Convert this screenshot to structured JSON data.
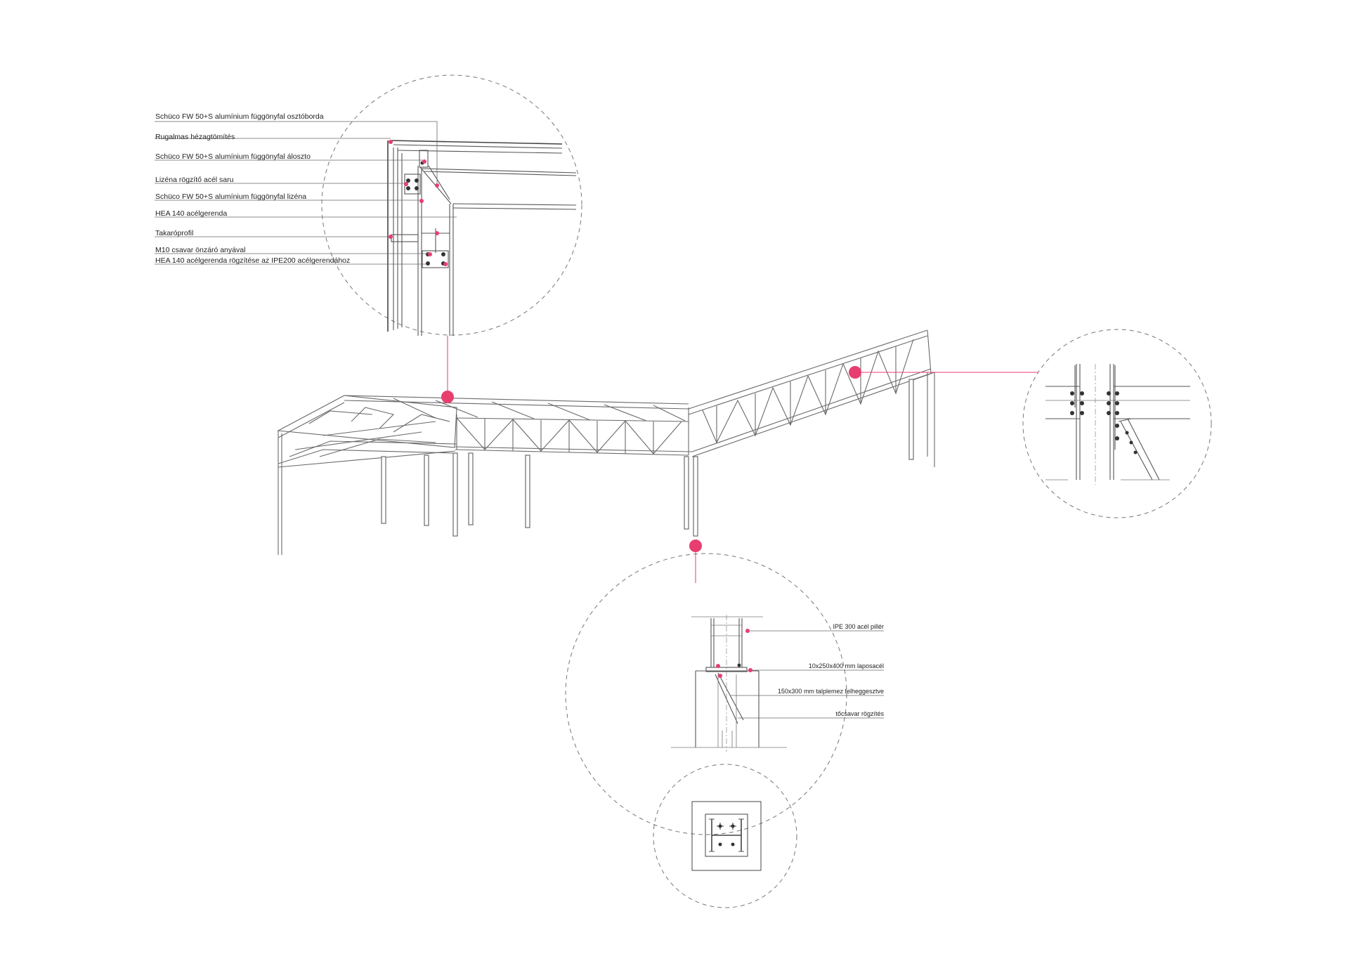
{
  "colors": {
    "accent": "#e83e6f",
    "line": "#555555",
    "background": "#ffffff"
  },
  "detail_top": {
    "labels": [
      "Schüco FW 50+S alumínium függönyfal osztóborda",
      "Rugalmas hézagtömítés",
      "Schüco FW 50+S alumínium függönyfal áloszto",
      "Lizéna rögzítő acél saru",
      "Schüco FW 50+S alumínium függönyfal lizéna",
      "HEA 140 acélgerenda",
      "Takaróprofil",
      "M10 csavar önzáró anyával",
      "HEA 140 acélgerenda rögzítése az IPE200 acélgerendához"
    ]
  },
  "detail_bottom": {
    "labels": [
      "IPE 300   acél      pillér",
      "10x250x400 mm   laposacél",
      "150x300 mm  talplemez  felheggesztve",
      "tőcsavar rögzítés"
    ]
  }
}
